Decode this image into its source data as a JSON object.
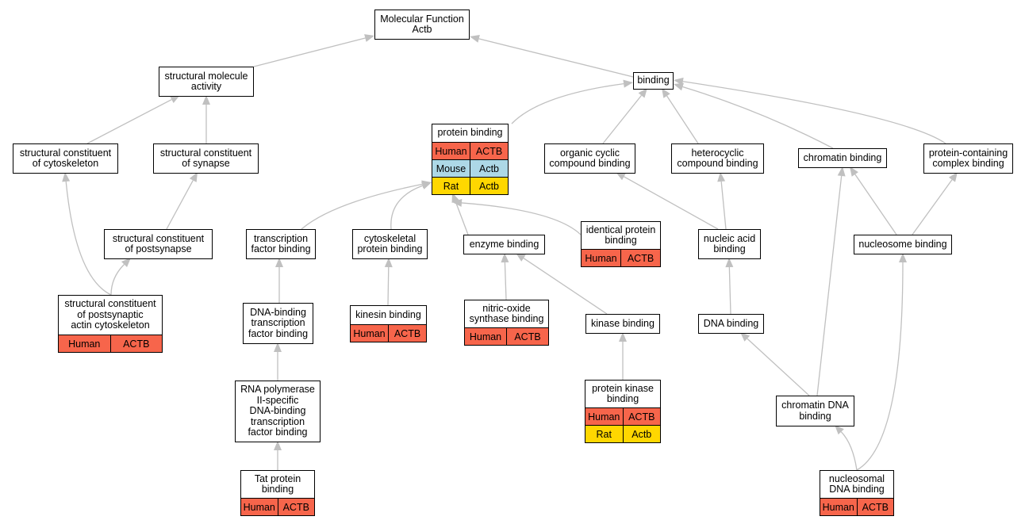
{
  "graph": {
    "nodes": [
      {
        "id": "mf",
        "label": "Molecular Function\nActb",
        "rows": []
      },
      {
        "id": "sma",
        "label": "structural molecule\nactivity",
        "rows": []
      },
      {
        "id": "binding",
        "label": "binding",
        "rows": []
      },
      {
        "id": "scc",
        "label": "structural constituent\nof cytoskeleton",
        "rows": []
      },
      {
        "id": "scs",
        "label": "structural constituent\nof synapse",
        "rows": []
      },
      {
        "id": "pb",
        "label": "protein binding",
        "rows": [
          {
            "org": "Human",
            "gene": "ACTB"
          },
          {
            "org": "Mouse",
            "gene": "Actb"
          },
          {
            "org": "Rat",
            "gene": "Actb"
          }
        ]
      },
      {
        "id": "occ",
        "label": "organic cyclic\ncompound binding",
        "rows": []
      },
      {
        "id": "hcc",
        "label": "heterocyclic\ncompound binding",
        "rows": []
      },
      {
        "id": "chr",
        "label": "chromatin binding",
        "rows": []
      },
      {
        "id": "pcc",
        "label": "protein-containing\ncomplex binding",
        "rows": []
      },
      {
        "id": "scp",
        "label": "structural constituent\nof postsynapse",
        "rows": []
      },
      {
        "id": "tfb",
        "label": "transcription\nfactor binding",
        "rows": []
      },
      {
        "id": "cpb",
        "label": "cytoskeletal\nprotein binding",
        "rows": []
      },
      {
        "id": "enz",
        "label": "enzyme binding",
        "rows": []
      },
      {
        "id": "ipb",
        "label": "identical protein\nbinding",
        "rows": [
          {
            "org": "Human",
            "gene": "ACTB"
          }
        ]
      },
      {
        "id": "nab",
        "label": "nucleic acid\nbinding",
        "rows": []
      },
      {
        "id": "nsb",
        "label": "nucleosome binding",
        "rows": []
      },
      {
        "id": "scpa",
        "label": "structural constituent\nof postsynaptic\nactin cytoskeleton",
        "rows": [
          {
            "org": "Human",
            "gene": "ACTB"
          }
        ]
      },
      {
        "id": "dtf",
        "label": "DNA-binding\ntranscription\nfactor binding",
        "rows": []
      },
      {
        "id": "kin",
        "label": "kinesin binding",
        "rows": [
          {
            "org": "Human",
            "gene": "ACTB"
          }
        ]
      },
      {
        "id": "nos",
        "label": "nitric-oxide\nsynthase binding",
        "rows": [
          {
            "org": "Human",
            "gene": "ACTB"
          }
        ]
      },
      {
        "id": "kb",
        "label": "kinase binding",
        "rows": []
      },
      {
        "id": "dna",
        "label": "DNA binding",
        "rows": []
      },
      {
        "id": "rna",
        "label": "RNA polymerase\nII-specific\nDNA-binding\ntranscription\nfactor binding",
        "rows": []
      },
      {
        "id": "pkb",
        "label": "protein kinase\nbinding",
        "rows": [
          {
            "org": "Human",
            "gene": "ACTB"
          },
          {
            "org": "Rat",
            "gene": "Actb"
          }
        ]
      },
      {
        "id": "cdb",
        "label": "chromatin DNA\nbinding",
        "rows": []
      },
      {
        "id": "tat",
        "label": "Tat protein\nbinding",
        "rows": [
          {
            "org": "Human",
            "gene": "ACTB"
          }
        ]
      },
      {
        "id": "ndb",
        "label": "nucleosomal\nDNA binding",
        "rows": [
          {
            "org": "Human",
            "gene": "ACTB"
          }
        ]
      }
    ],
    "edges": [
      {
        "from": "sma",
        "to": "mf"
      },
      {
        "from": "binding",
        "to": "mf"
      },
      {
        "from": "scc",
        "to": "sma"
      },
      {
        "from": "scs",
        "to": "sma"
      },
      {
        "from": "pb",
        "to": "binding"
      },
      {
        "from": "occ",
        "to": "binding"
      },
      {
        "from": "hcc",
        "to": "binding"
      },
      {
        "from": "chr",
        "to": "binding"
      },
      {
        "from": "pcc",
        "to": "binding"
      },
      {
        "from": "scp",
        "to": "scs"
      },
      {
        "from": "scpa",
        "to": "scc"
      },
      {
        "from": "scpa",
        "to": "scp"
      },
      {
        "from": "tfb",
        "to": "pb"
      },
      {
        "from": "cpb",
        "to": "pb"
      },
      {
        "from": "enz",
        "to": "pb"
      },
      {
        "from": "ipb",
        "to": "pb"
      },
      {
        "from": "nab",
        "to": "occ"
      },
      {
        "from": "nab",
        "to": "hcc"
      },
      {
        "from": "nsb",
        "to": "chr"
      },
      {
        "from": "nsb",
        "to": "pcc"
      },
      {
        "from": "dtf",
        "to": "tfb"
      },
      {
        "from": "kin",
        "to": "cpb"
      },
      {
        "from": "nos",
        "to": "enz"
      },
      {
        "from": "kb",
        "to": "enz"
      },
      {
        "from": "dna",
        "to": "nab"
      },
      {
        "from": "rna",
        "to": "dtf"
      },
      {
        "from": "pkb",
        "to": "kb"
      },
      {
        "from": "cdb",
        "to": "dna"
      },
      {
        "from": "cdb",
        "to": "chr"
      },
      {
        "from": "tat",
        "to": "rna"
      },
      {
        "from": "ndb",
        "to": "cdb"
      },
      {
        "from": "ndb",
        "to": "nsb"
      }
    ]
  },
  "colors": {
    "Human": "#f7654b",
    "Mouse": "#add8e6",
    "Rat": "#ffd700",
    "edge": "#c0c0c0",
    "border": "#000000"
  }
}
